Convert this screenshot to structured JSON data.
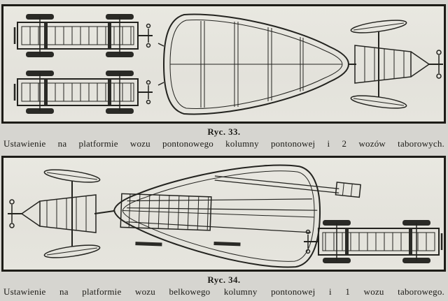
{
  "page": {
    "paper_color": "#d6d5d0",
    "ink_color": "#23231f"
  },
  "figures": [
    {
      "label": "Ryc. 33.",
      "caption": "Ustawienie na platformie wozu pontonowego kolumny pontonowej i 2 wozów taborowych."
    },
    {
      "label": "Ryc. 34.",
      "caption": "Ustawienie na platformie wozu belkowego kolumny pontonowej i 1 wozu taborowego."
    }
  ]
}
